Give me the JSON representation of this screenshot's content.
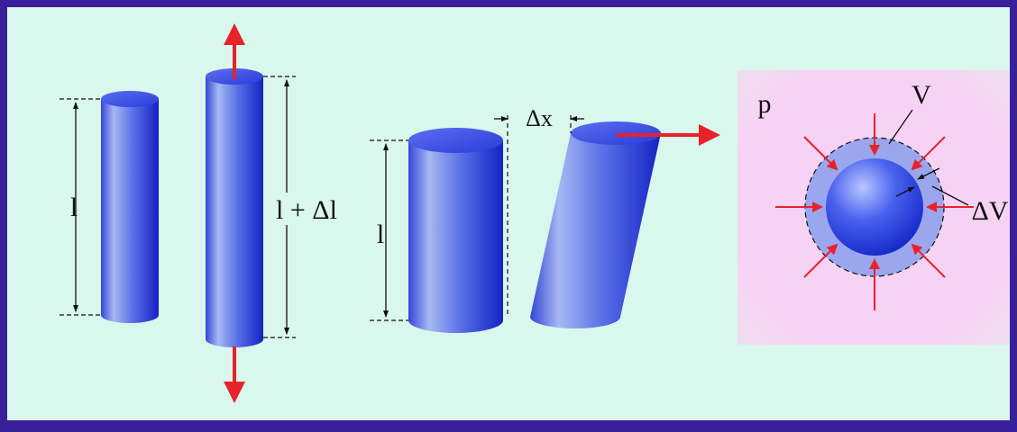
{
  "colors": {
    "frame": "#3a1f9a",
    "background": "#d9f7ec",
    "cylinder_dark": "#1a30d8",
    "cylinder_light": "#a9bcf5",
    "arrow": "#e8222a",
    "pressure_panel": "#f7d4f2",
    "shell": "#9aa6ee"
  },
  "labels": {
    "length_1": "l",
    "stretched_length": "l + Δl",
    "length_2": "l",
    "shear_displacement": "Δx",
    "pressure": "p",
    "volume": "V",
    "volume_change": "ΔV"
  }
}
